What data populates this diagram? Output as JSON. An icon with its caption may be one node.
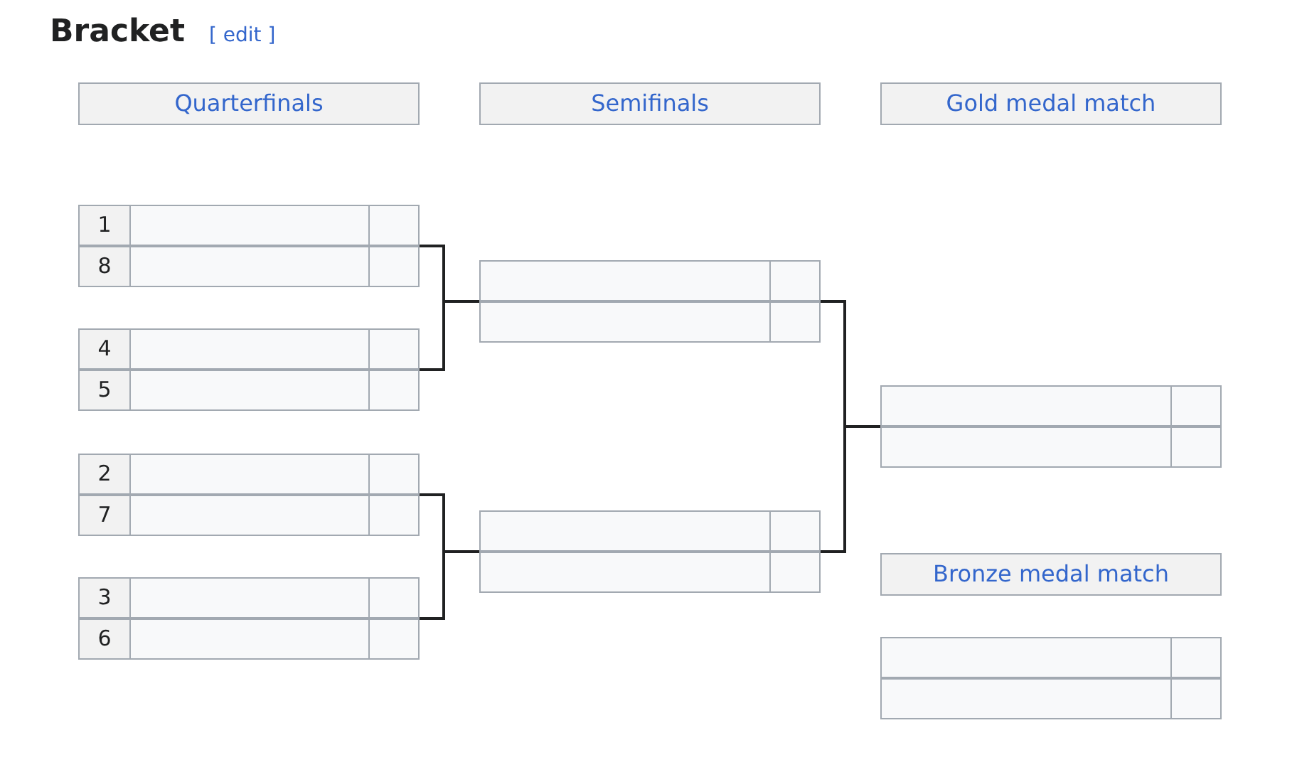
{
  "diagram": {
    "title": "Bracket",
    "nodes": [
      {
        "text": [
          "Quarterfinals"
        ]
      },
      {
        "text": [
          "Semifinals"
        ]
      },
      {
        "text": [
          "Gold medal match"
        ]
      },
      {
        "text": [
          "1",
          "8"
        ]
      },
      {
        "text": [
          "4",
          "5"
        ]
      },
      {
        "text": [
          "2",
          "7"
        ]
      },
      {
        "text": [
          "3",
          "6"
        ]
      },
      {
        "text": [],
        "shape": "box"
      },
      {
        "text": [],
        "shape": "box"
      },
      {
        "text": [],
        "shape": "box"
      },
      {
        "text": [
          "Bronze medal match"
        ]
      },
      {
        "text": [],
        "shape": "box"
      }
    ],
    "edges": [
      {
        "from": 3,
        "to": 7,
        "arrow": "none"
      },
      {
        "from": 4,
        "to": 7,
        "arrow": "none"
      },
      {
        "from": 5,
        "to": 8,
        "arrow": "none"
      },
      {
        "from": 6,
        "to": 8,
        "arrow": "none"
      },
      {
        "from": 7,
        "to": 9,
        "arrow": "none"
      },
      {
        "from": 8,
        "to": 9,
        "arrow": "none"
      }
    ],
    "labels": [
      "[ edit ]"
    ]
  }
}
